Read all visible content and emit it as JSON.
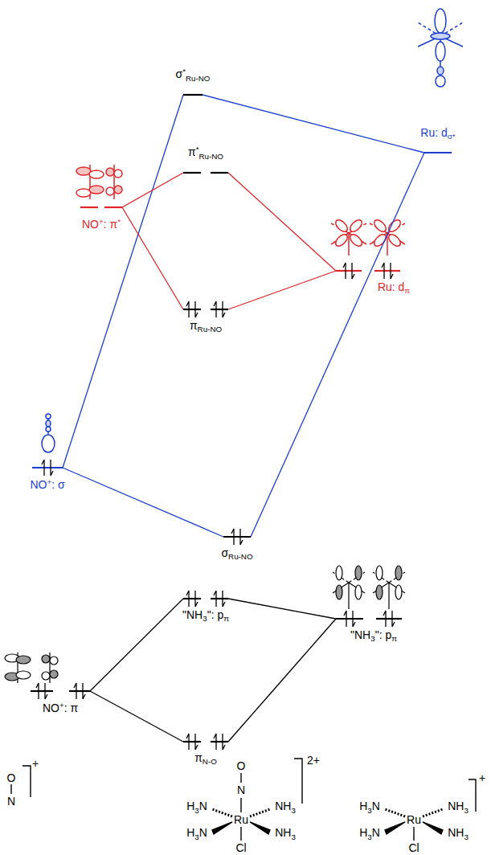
{
  "diagram": {
    "nodes": [
      {
        "text": [
          "σ*Ru-NO"
        ]
      },
      {
        "text": [
          "Ru: dσ*"
        ]
      },
      {
        "text": [
          "π*Ru-NO"
        ]
      },
      {
        "text": [
          "NO+: π*"
        ]
      },
      {
        "text": [
          "πRu-NO"
        ]
      },
      {
        "text": [
          "Ru: dπ"
        ]
      },
      {
        "text": [
          "NO+: σ"
        ]
      },
      {
        "text": [
          "σRu-NO"
        ]
      },
      {
        "text": [
          "\"NH3\": pπ"
        ]
      },
      {
        "text": [
          "\"NH3\": pπ"
        ]
      },
      {
        "text": [
          "NO+: π"
        ]
      },
      {
        "text": [
          "πN-O"
        ]
      }
    ],
    "edges": [
      {
        "from": 6,
        "to": 0,
        "arrow": "none"
      },
      {
        "from": 6,
        "to": 7,
        "arrow": "none"
      },
      {
        "from": 1,
        "to": 0,
        "arrow": "none"
      },
      {
        "from": 1,
        "to": 7,
        "arrow": "none"
      },
      {
        "from": 3,
        "to": 2,
        "arrow": "none"
      },
      {
        "from": 3,
        "to": 4,
        "arrow": "none"
      },
      {
        "from": 5,
        "to": 2,
        "arrow": "none"
      },
      {
        "from": 5,
        "to": 4,
        "arrow": "none"
      },
      {
        "from": 10,
        "to": 8,
        "arrow": "none"
      },
      {
        "from": 10,
        "to": 11,
        "arrow": "none"
      },
      {
        "from": 9,
        "to": 8,
        "arrow": "none"
      },
      {
        "from": 9,
        "to": 11,
        "arrow": "none"
      }
    ],
    "labels": [
      "O",
      "N",
      "+",
      "O",
      "N",
      "H3N",
      "NH3",
      "H3N",
      "NH3",
      "Ru",
      "Cl",
      "2+",
      "H3N",
      "NH3",
      "H3N",
      "NH3",
      "Ru",
      "Cl",
      "+"
    ]
  }
}
